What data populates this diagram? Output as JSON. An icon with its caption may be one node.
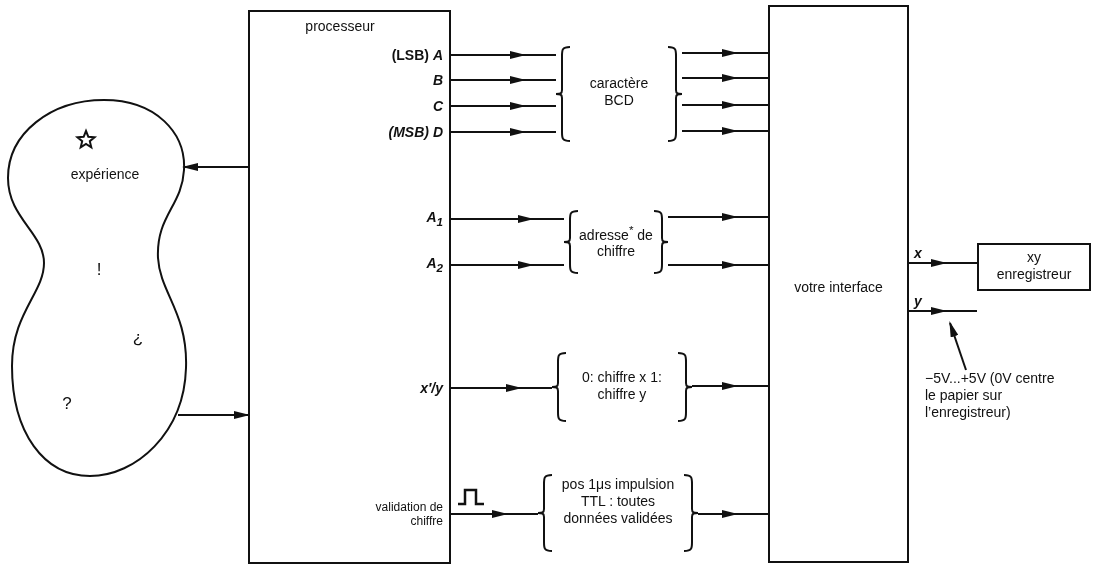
{
  "diagram": {
    "nodes": [
      {
        "text": [
          "processeur"
        ]
      },
      {
        "text": [
          "expérience",
          "!",
          "¿",
          "?"
        ]
      },
      {
        "text": [
          "votre interface"
        ]
      },
      {
        "text": [
          "xy enregistreur"
        ]
      },
      {
        "text": [
          "caractère BCD"
        ]
      },
      {
        "text": [
          "adresse$^{*}$ de chiffre"
        ]
      },
      {
        "text": [
          "0: chiffre x 1: chiffre y"
        ]
      },
      {
        "text": [
          "pos 1μs impulsion TTL : toutes données validées"
        ]
      },
      {
        "text": [
          "−5V...+5V (0V centre le papier sur l’enregistreur)"
        ]
      }
    ],
    "edges": [
      {
        "from": 0,
        "to": 1,
        "arrow": "to"
      },
      {
        "from": 1,
        "to": 0,
        "arrow": "to"
      },
      {
        "from": 0,
        "to": 4,
        "arrow": "to"
      },
      {
        "from": 0,
        "to": 4,
        "arrow": "to"
      },
      {
        "from": 0,
        "to": 4,
        "arrow": "to"
      },
      {
        "from": 0,
        "to": 4,
        "arrow": "to"
      },
      {
        "from": 4,
        "to": 2,
        "arrow": "to"
      },
      {
        "from": 4,
        "to": 2,
        "arrow": "to"
      },
      {
        "from": 4,
        "to": 2,
        "arrow": "to"
      },
      {
        "from": 4,
        "to": 2,
        "arrow": "to"
      },
      {
        "from": 0,
        "to": 5,
        "arrow": "to"
      },
      {
        "from": 0,
        "to": 5,
        "arrow": "to"
      },
      {
        "from": 5,
        "to": 2,
        "arrow": "to"
      },
      {
        "from": 5,
        "to": 2,
        "arrow": "to"
      },
      {
        "from": 0,
        "to": 6,
        "arrow": "to"
      },
      {
        "from": 6,
        "to": 2,
        "arrow": "to"
      },
      {
        "from": 0,
        "to": 7,
        "arrow": "to"
      },
      {
        "from": 7,
        "to": 2,
        "arrow": "to"
      },
      {
        "from": 2,
        "to": 3,
        "arrow": "to",
        "label": "x"
      },
      {
        "from": 2,
        "to": 3,
        "arrow": "to",
        "label": "y"
      },
      {
        "from": 8,
        "to": null,
        "arrow": "to"
      }
    ],
    "labels": [
      "(LSB) *A*",
      "B",
      "C",
      "(MSB) *D*",
      "A$_{1}$",
      "A$_{2}$",
      "x′/y",
      "validation de chiffre"
    ]
  }
}
